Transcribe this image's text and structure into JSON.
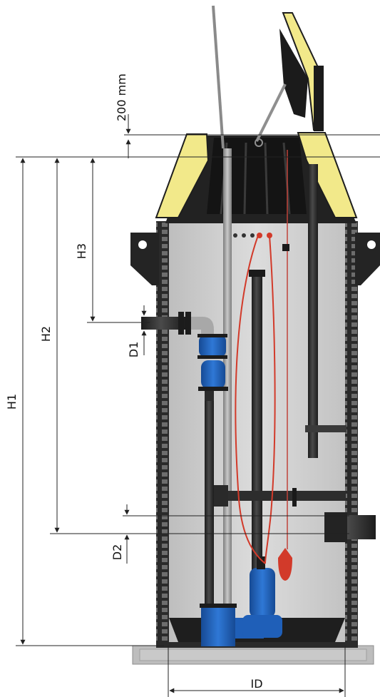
{
  "labels": {
    "clearance": "200 mm",
    "h1": "H1",
    "h2": "H2",
    "h3": "H3",
    "d1": "D1",
    "d2": "D2",
    "id": "ID"
  },
  "colors": {
    "tank_wall": "#2b2b2b",
    "tank_interior": "#cfcfcf",
    "lid_insulation": "#f2e98a",
    "lid_frame": "#1e1e1e",
    "pump_blue": "#1f5fb8",
    "cable_red": "#d23a2a",
    "pipe_dark": "#2d2d2d",
    "vent_pipe_grey": "#9a9a9a",
    "base_plate": "#b9b9b9",
    "dimension_line": "#222222"
  },
  "icons": [
    "submersible-pump-icon",
    "float-switch-icon",
    "gate-valve-icon",
    "check-valve-icon"
  ]
}
